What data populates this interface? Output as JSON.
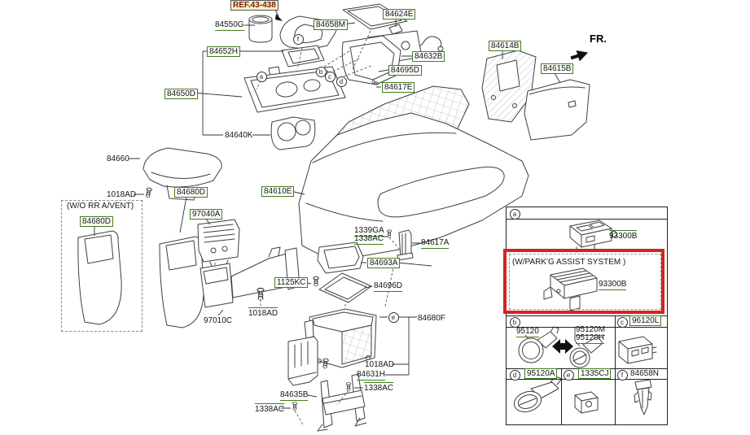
{
  "colors": {
    "link_green": "#3f7d1c",
    "highlight_red": "#d42420",
    "ref_bg": "#f6f0bf",
    "ref_text": "#801818"
  },
  "labels": [
    {
      "id": "ref-43-438",
      "text": "REF.43-438",
      "style": "ref"
    },
    {
      "id": "84550G",
      "text": "84550G",
      "style": "ul"
    },
    {
      "id": "84658M",
      "text": "84658M",
      "style": "box"
    },
    {
      "id": "84624E",
      "text": "84624E",
      "style": "box"
    },
    {
      "id": "84632B",
      "text": "84632B",
      "style": "box"
    },
    {
      "id": "84695D",
      "text": "84695D",
      "style": "box"
    },
    {
      "id": "84617E",
      "text": "84617E",
      "style": "box"
    },
    {
      "id": "84652H",
      "text": "84652H",
      "style": "box"
    },
    {
      "id": "84650D",
      "text": "84650D",
      "style": "box"
    },
    {
      "id": "84640K",
      "text": "84640K",
      "style": "plain"
    },
    {
      "id": "84660",
      "text": "84660",
      "style": "plain"
    },
    {
      "id": "1018AD-armrest",
      "text": "1018AD",
      "style": "plain"
    },
    {
      "id": "84680D-upper",
      "text": "84680D",
      "style": "box"
    },
    {
      "id": "wo-rr-avent",
      "text": "(W/O RR A/VENT)",
      "style": "plain"
    },
    {
      "id": "84680D-dashed",
      "text": "84680D",
      "style": "box"
    },
    {
      "id": "97040A",
      "text": "97040A",
      "style": "box"
    },
    {
      "id": "84610E",
      "text": "84610E",
      "style": "box"
    },
    {
      "id": "1339GA",
      "text": "1339GA",
      "style": "ul"
    },
    {
      "id": "1338AC-pair",
      "text": "1338AC",
      "style": "ul"
    },
    {
      "id": "84617A",
      "text": "84617A",
      "style": "ul"
    },
    {
      "id": "84693A",
      "text": "84693A",
      "style": "box"
    },
    {
      "id": "1125KC",
      "text": "1125KC",
      "style": "box"
    },
    {
      "id": "84696D",
      "text": "84696D",
      "style": "ul"
    },
    {
      "id": "1018AD-duct",
      "text": "1018AD",
      "style": "ol"
    },
    {
      "id": "97010C",
      "text": "97010C",
      "style": "plain"
    },
    {
      "id": "84680F",
      "text": "84680F",
      "style": "plain"
    },
    {
      "id": "1018AD-bin",
      "text": "1018AD",
      "style": "plain"
    },
    {
      "id": "84631H",
      "text": "84631H",
      "style": "ul"
    },
    {
      "id": "1338AC-right",
      "text": "1338AC",
      "style": "ol"
    },
    {
      "id": "84635B",
      "text": "84635B",
      "style": "ul"
    },
    {
      "id": "1338AC-left",
      "text": "1338AC",
      "style": "ol"
    },
    {
      "id": "84614B",
      "text": "84614B",
      "style": "box"
    },
    {
      "id": "fr",
      "text": "FR.",
      "style": "fr"
    },
    {
      "id": "84615B",
      "text": "84615B",
      "style": "box"
    }
  ],
  "callouts": {
    "a": "a",
    "b": "b",
    "c": "c",
    "d": "d",
    "e": "e",
    "f": "f"
  },
  "panel": {
    "parking_note": "(W/PARK'G ASSIST SYSTEM )",
    "a_part_top": "93300B",
    "a_part_variant": "93300B",
    "b_part_left": "95120",
    "b_part_right_top": "95120M",
    "b_part_right_bottom": "95120H",
    "c_part": "96120L",
    "d_part": "95120A",
    "e_part": "1335CJ",
    "f_part": "84658N"
  }
}
